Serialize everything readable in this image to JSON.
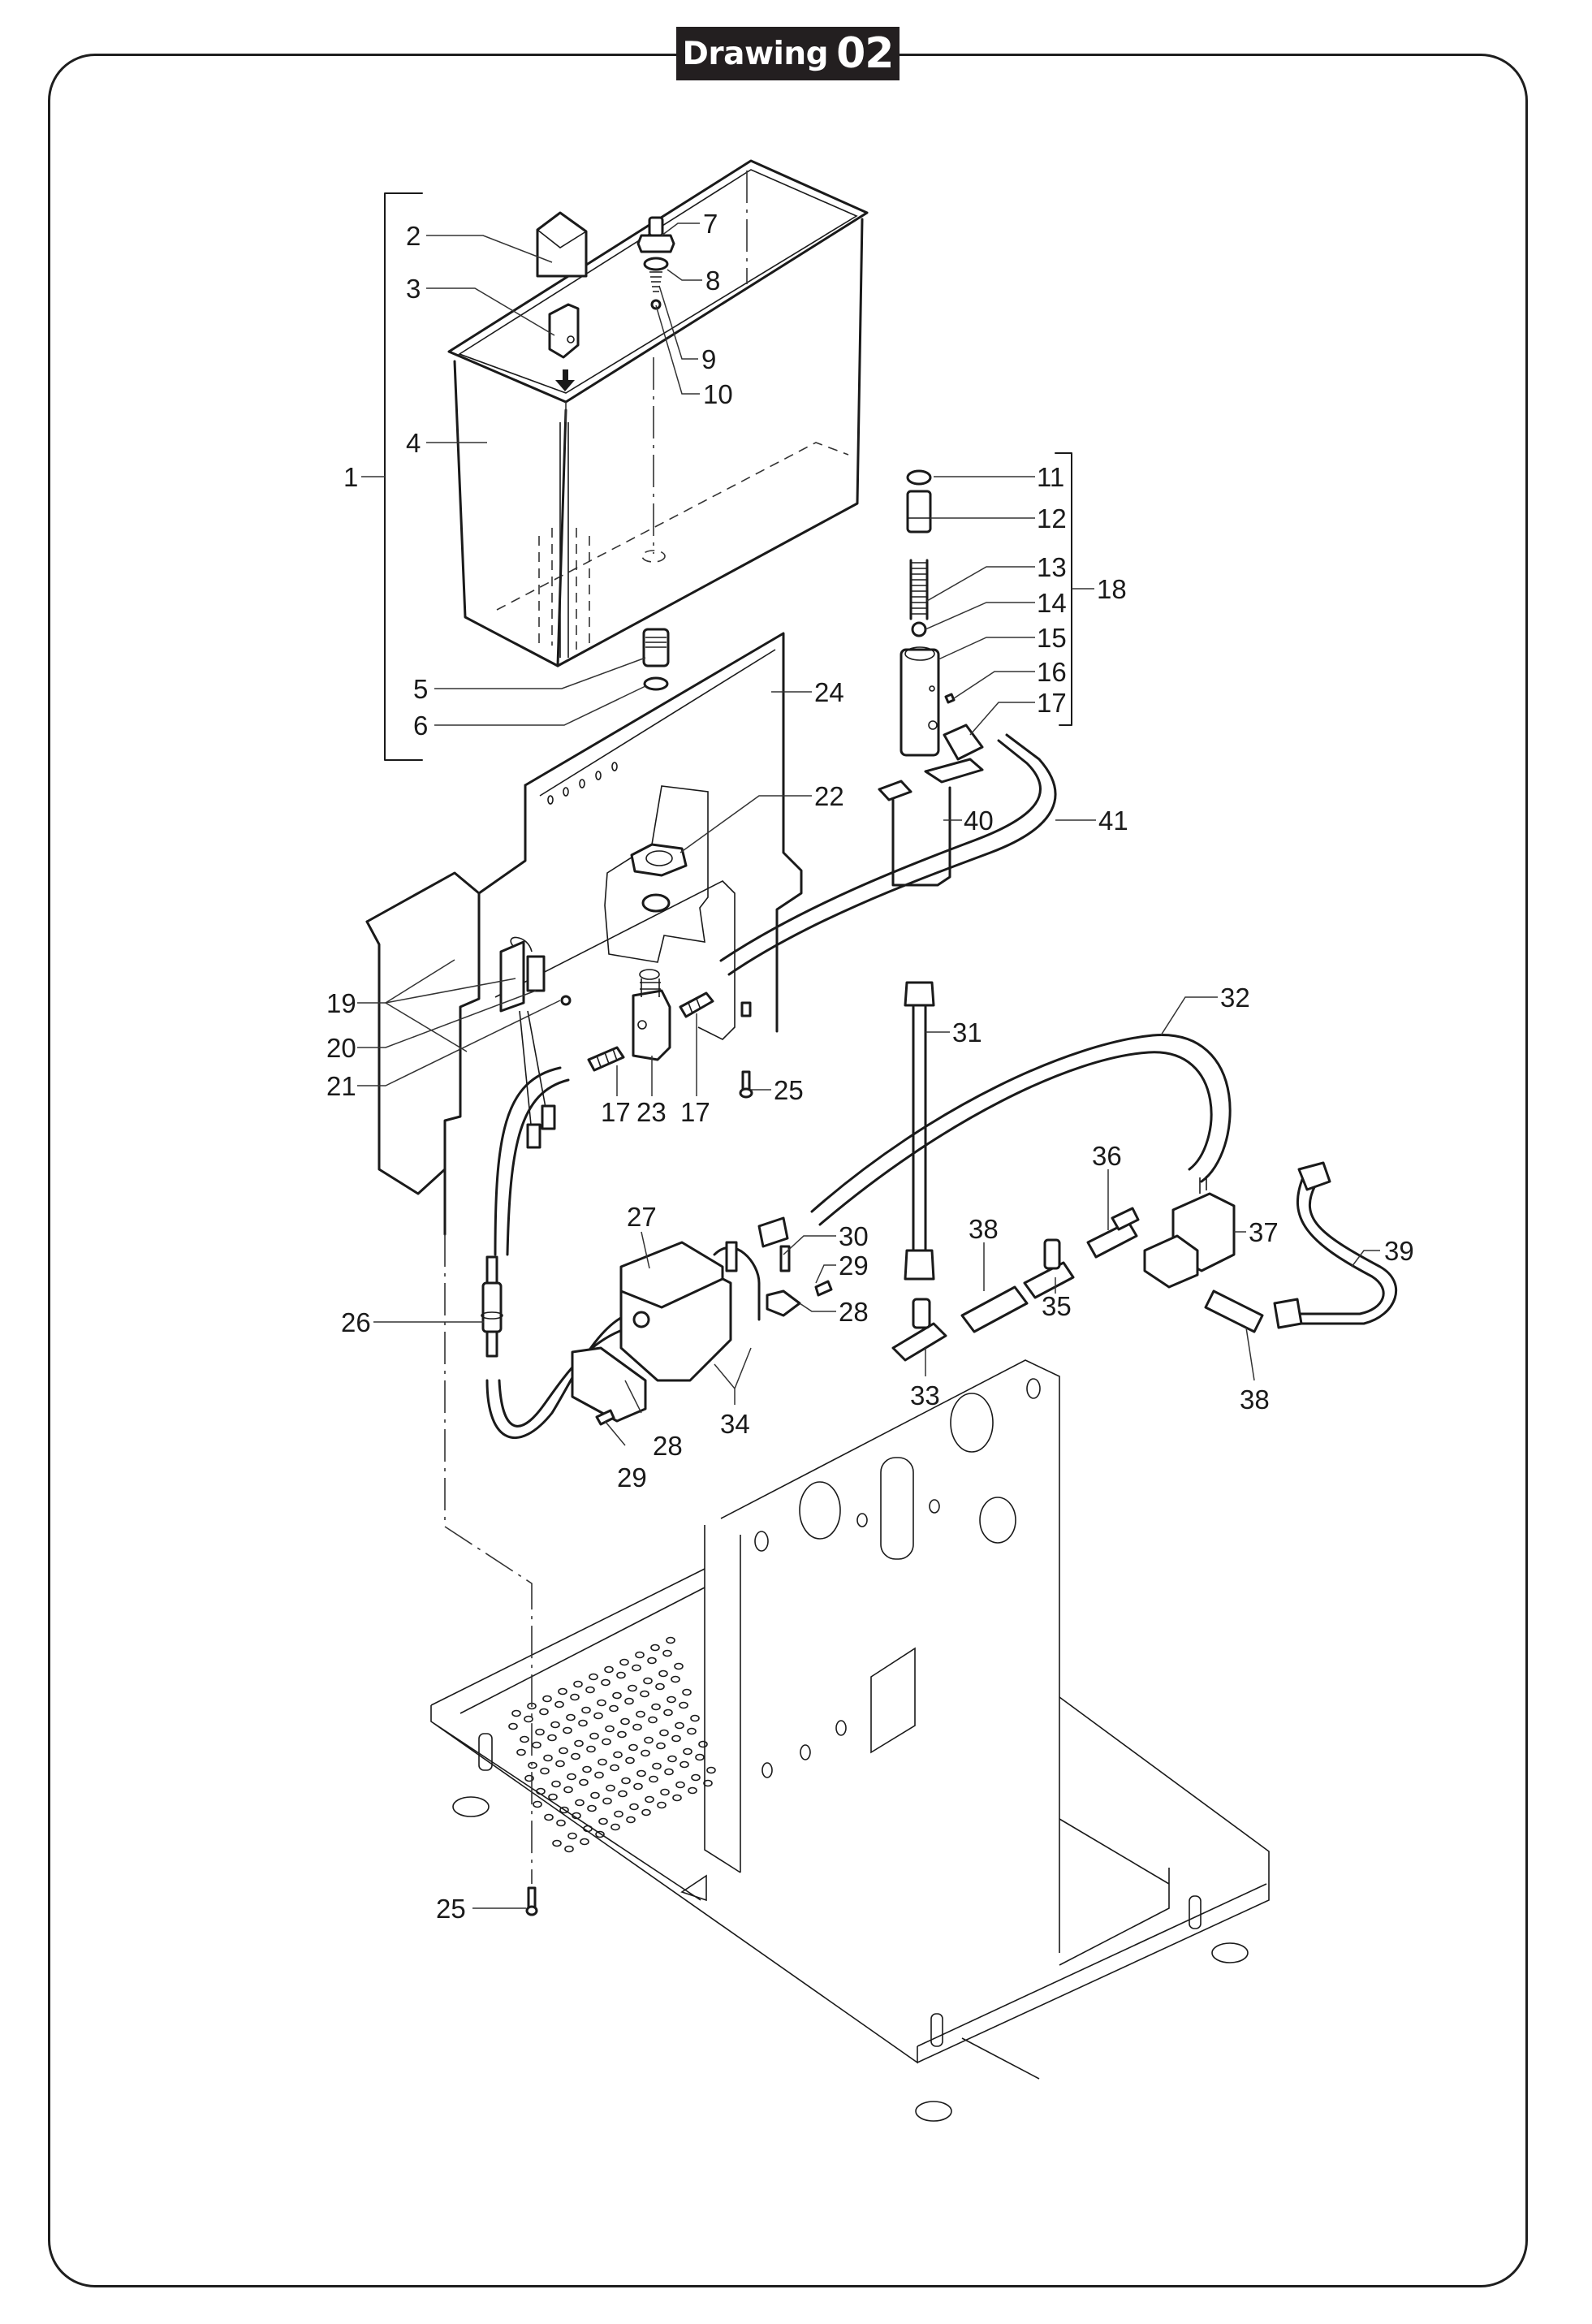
{
  "title": {
    "word": "Drawing",
    "number": "02"
  },
  "parts": [
    {
      "id": "1",
      "label": "1"
    },
    {
      "id": "2",
      "label": "2"
    },
    {
      "id": "3",
      "label": "3"
    },
    {
      "id": "4",
      "label": "4"
    },
    {
      "id": "5",
      "label": "5"
    },
    {
      "id": "6",
      "label": "6"
    },
    {
      "id": "7",
      "label": "7"
    },
    {
      "id": "8",
      "label": "8"
    },
    {
      "id": "9",
      "label": "9"
    },
    {
      "id": "10",
      "label": "10"
    },
    {
      "id": "11",
      "label": "11"
    },
    {
      "id": "12",
      "label": "12"
    },
    {
      "id": "13",
      "label": "13"
    },
    {
      "id": "14",
      "label": "14"
    },
    {
      "id": "15",
      "label": "15"
    },
    {
      "id": "16",
      "label": "16"
    },
    {
      "id": "17a",
      "label": "17"
    },
    {
      "id": "18",
      "label": "18"
    },
    {
      "id": "19",
      "label": "19"
    },
    {
      "id": "20",
      "label": "20"
    },
    {
      "id": "21",
      "label": "21"
    },
    {
      "id": "22",
      "label": "22"
    },
    {
      "id": "17b",
      "label": "17"
    },
    {
      "id": "23",
      "label": "23"
    },
    {
      "id": "17c",
      "label": "17"
    },
    {
      "id": "24",
      "label": "24"
    },
    {
      "id": "25a",
      "label": "25"
    },
    {
      "id": "26",
      "label": "26"
    },
    {
      "id": "27",
      "label": "27"
    },
    {
      "id": "28a",
      "label": "28"
    },
    {
      "id": "28b",
      "label": "28"
    },
    {
      "id": "29a",
      "label": "29"
    },
    {
      "id": "29b",
      "label": "29"
    },
    {
      "id": "30",
      "label": "30"
    },
    {
      "id": "31",
      "label": "31"
    },
    {
      "id": "32",
      "label": "32"
    },
    {
      "id": "33",
      "label": "33"
    },
    {
      "id": "34",
      "label": "34"
    },
    {
      "id": "35",
      "label": "35"
    },
    {
      "id": "36",
      "label": "36"
    },
    {
      "id": "37",
      "label": "37"
    },
    {
      "id": "38a",
      "label": "38"
    },
    {
      "id": "38b",
      "label": "38"
    },
    {
      "id": "39",
      "label": "39"
    },
    {
      "id": "40",
      "label": "40"
    },
    {
      "id": "41",
      "label": "41"
    },
    {
      "id": "25b",
      "label": "25"
    }
  ]
}
